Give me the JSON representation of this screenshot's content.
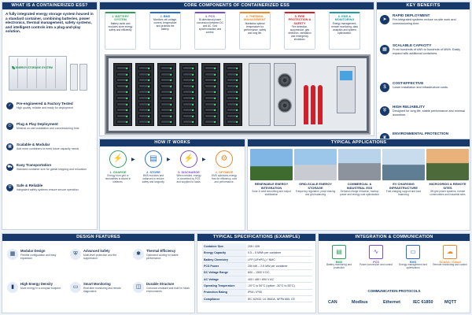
{
  "left": {
    "header": "WHAT IS A CONTAINERIZED ESS?",
    "intro": "A fully integrated energy storage system housed in a standard container, combining batteries, power electronics, thermal management, safety systems, and intelligent controls into a plug-and-play solution.",
    "container_label": "ENERGY STORAGE SYSTEM",
    "features": [
      {
        "title": "Pre-engineered & Factory Tested",
        "desc": "High quality, reliable and ready for deployment"
      },
      {
        "title": "Plug & Play Deployment",
        "desc": "Minimal on-site installation and commissioning time"
      },
      {
        "title": "Scalable & Modular",
        "desc": "Add more containers to meet future capacity needs"
      },
      {
        "title": "Easy Transportation",
        "desc": "Standard container size for global shipping and relocation"
      },
      {
        "title": "Safe & Reliable",
        "desc": "Integrated safety systems ensure secure operation."
      }
    ]
  },
  "core": {
    "header": "CORE COMPONENTS OF CONTAINERIZED ESS",
    "components": [
      {
        "title": "1. BATTERY SYSTEM",
        "desc": "Battery racks and modules store energy safely and efficiently",
        "color": "#2ea05a"
      },
      {
        "title": "2. BMS",
        "desc": "Monitors cell voltage, current, temperature and protects the battery.",
        "color": "#2a6fc9"
      },
      {
        "title": "3. PCS",
        "desc": "Bi-directional power conversion between DC and AC. Grid synchronization and control.",
        "color": "#7a4fc9"
      },
      {
        "title": "4. THERMAL MANAGEMENT",
        "desc": "Maintains optimal temperature for performance, safety and long life.",
        "color": "#e8892b"
      },
      {
        "title": "5. FIRE PROTECTION & SAFETY",
        "desc": "Fire detection, suppression, gas detection, ventilation and emergency shutdown.",
        "color": "#d0212a"
      },
      {
        "title": "6. EMS & MONITORING",
        "desc": "Energy management, remote monitoring, data analytics and system optimization.",
        "color": "#1f9aa8"
      }
    ]
  },
  "benefits": {
    "header": "KEY BENEFITS",
    "items": [
      {
        "title": "RAPID DEPLOYMENT",
        "desc": "Pre-integrated systems reduce on-site work and commissioning time."
      },
      {
        "title": "SCALABLE CAPACITY",
        "desc": "From hundreds of kWh to hundreds of MWh. Easily expand with additional containers."
      },
      {
        "title": "COST-EFFECTIVE",
        "desc": "Lower installation and infrastructure costs."
      },
      {
        "title": "HIGH RELIABILITY",
        "desc": "Designed for long life, stable performance and minimal downtime."
      },
      {
        "title": "ENVIRONMENTAL PROTECTION",
        "desc": "IP-rated container protects equipment from harsh"
      }
    ]
  },
  "how": {
    "header": "HOW IT WORKS",
    "steps": [
      {
        "title": "1. CHARGE",
        "desc": "Energy from grid or renewables is stored in batteries.",
        "icon": "⚡",
        "color": "#2ea05a"
      },
      {
        "title": "2. STORE",
        "desc": "BMS monitors and balances to ensure safety and longevity.",
        "icon": "▤",
        "color": "#2a6fc9"
      },
      {
        "title": "3. DISCHARGE",
        "desc": "When needed, energy is converted by PCS and supplied to loads.",
        "icon": "⚡",
        "color": "#7a4fc9"
      },
      {
        "title": "4. OPTIMIZE",
        "desc": "EMS optimizes energy flow for efficiency, cost and performance.",
        "icon": "⚙",
        "color": "#e8892b"
      }
    ]
  },
  "apps": {
    "header": "TYPICAL APPLICATIONS",
    "items": [
      {
        "title": "RENEWABLE ENERGY INTEGRATION",
        "desc": "Solar & wind smoothing and output stabilization"
      },
      {
        "title": "GRID-SCALE ENERGY STORAGE",
        "desc": "Frequency regulation, peak shaving and grid balancing"
      },
      {
        "title": "COMMERCIAL & INDUSTRIAL ESS",
        "desc": "Demand charge reduction, backup power and energy cost optimization"
      },
      {
        "title": "EV CHARGING INFRASTRUCTURE",
        "desc": "Fast charging support and load balancing"
      },
      {
        "title": "MICROGRIDS & REMOTE SITES",
        "desc": "Off-grid power systems, remote communities and industrial sites"
      }
    ]
  },
  "design": {
    "header": "DESIGN FEATURES",
    "items": [
      {
        "title": "Modular Design",
        "desc": "Flexible configuration and easy expansion",
        "icon": "▦"
      },
      {
        "title": "Advanced Safety",
        "desc": "Multi-level protection and fire suppression",
        "icon": "⛨"
      },
      {
        "title": "Thermal Efficiency",
        "desc": "Optimized cooling for stable performance",
        "icon": "✱"
      },
      {
        "title": "High Energy Density",
        "desc": "More energy in a compact footprint",
        "icon": "▮"
      },
      {
        "title": "Smart Monitoring",
        "desc": "Real-time monitoring and remote diagnostics",
        "icon": "▭"
      },
      {
        "title": "Durable Structure",
        "desc": "Corrosion-resistant and built for harsh environments",
        "icon": "◫"
      }
    ]
  },
  "specs": {
    "header": "TYPICAL SPECIFICATIONS (EXAMPLE)",
    "rows": [
      [
        "Container Size",
        "20ft / 40ft"
      ],
      [
        "Energy Capacity",
        "0.5 – 5 MWh per container"
      ],
      [
        "Battery Chemistry",
        "LFP (LiFePO₄) / NMC"
      ],
      [
        "PCS Power",
        "250 kW – 2.5 MW per container"
      ],
      [
        "DC Voltage Range",
        "600 – 1500 V DC"
      ],
      [
        "AC Voltage",
        "400 / 480 / 690 V AC"
      ],
      [
        "Operating Temperature",
        "-20°C to 50°C (option: -30°C to 55°C)"
      ],
      [
        "Protection Rating",
        "IP54 / IP55"
      ],
      [
        "Compliance",
        "IEC 62933, UL 9540A, NFPA 855, CE"
      ]
    ]
  },
  "integration": {
    "header": "INTEGRATION & COMMUNICATION",
    "items": [
      {
        "title": "BMS",
        "desc": "Battery monitoring and protection",
        "icon": "▤"
      },
      {
        "title": "PCS",
        "desc": "Power conversion and control",
        "icon": "∿"
      },
      {
        "title": "EMS",
        "desc": "Energy management and optimization",
        "icon": "▭"
      },
      {
        "title": "SCADA / Cloud",
        "desc": "Remote monitoring and control",
        "icon": "☁"
      }
    ],
    "protocols_header": "COMMUNICATION PROTOCOLS",
    "protocols": [
      "CAN",
      "Modbus",
      "Ethernet",
      "IEC 61850",
      "MQTT"
    ]
  }
}
